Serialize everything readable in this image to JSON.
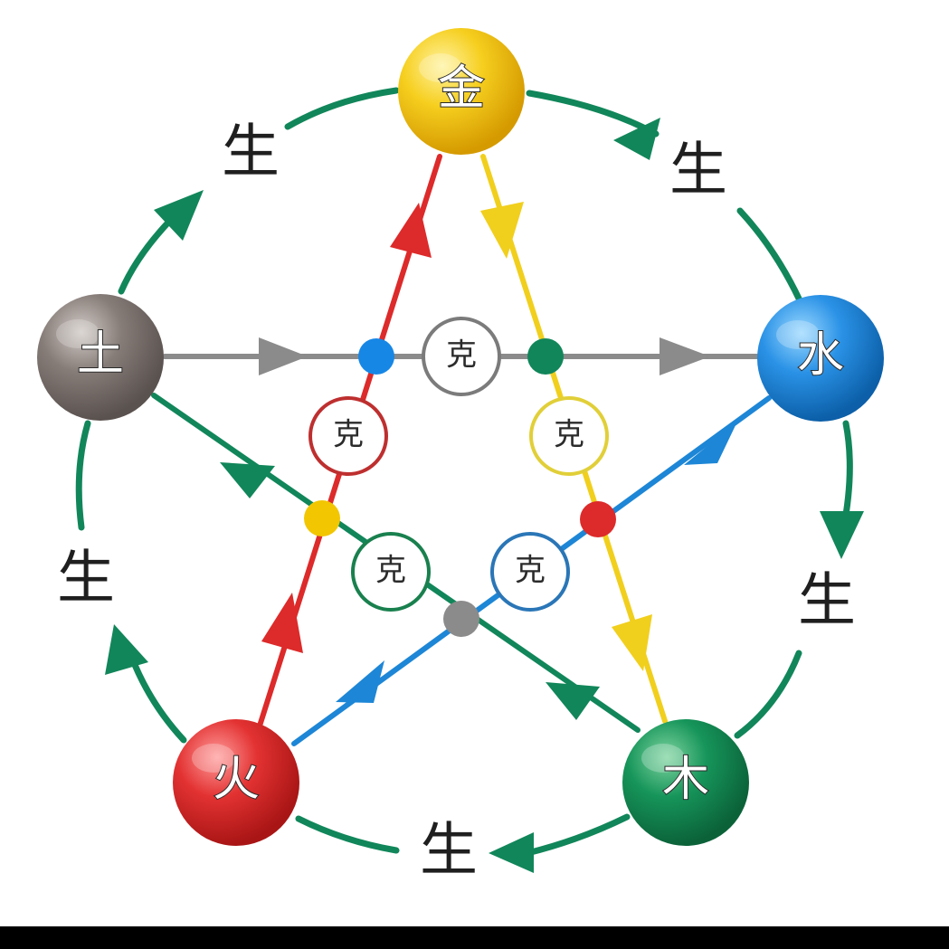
{
  "labels": {
    "generate": "生",
    "overcome": "克"
  },
  "elements": {
    "metal": "金",
    "water": "水",
    "wood": "木",
    "fire": "火",
    "earth": "土"
  },
  "colors": {
    "metal": "#f2c200",
    "water": "#1f84d6",
    "wood": "#118a4f",
    "fire": "#dd2a2a",
    "earth": "#7d7471",
    "generate_arrow": "#11865a",
    "background": "#ffffff",
    "bottom_bar": "#000000"
  }
}
